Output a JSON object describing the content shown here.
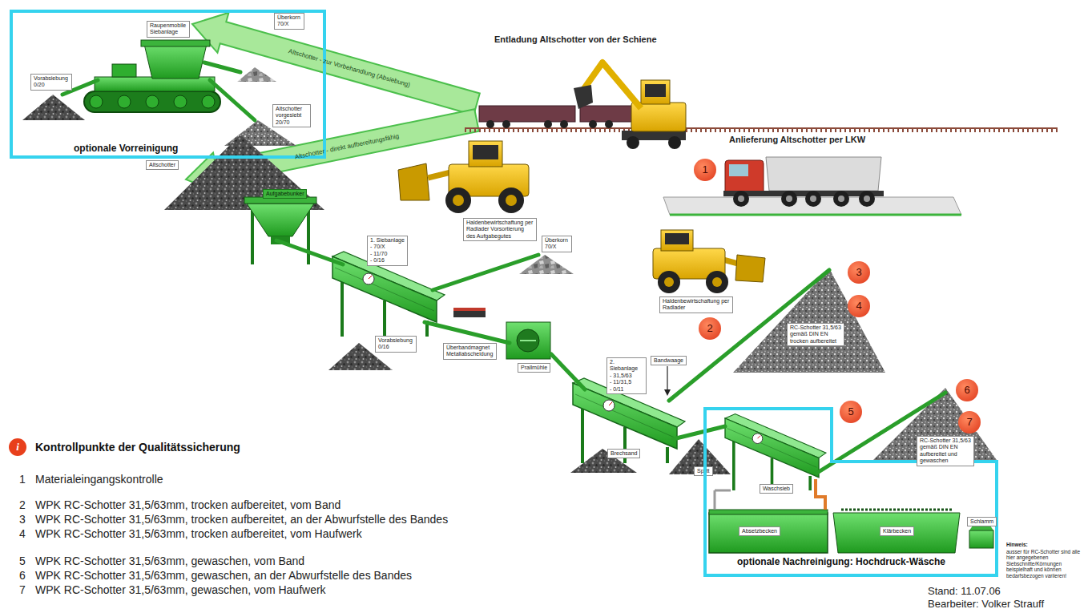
{
  "diagram": {
    "nodes": [
      {
        "text": [
          "optionale Vorreinigung"
        ]
      },
      {
        "text": [
          "Raupenmobile Siebanlage"
        ],
        "in": 0
      },
      {
        "text": [
          "Überkorn 70/X"
        ],
        "in": 0
      },
      {
        "text": [
          "Vorabsiebung 0/20"
        ],
        "in": 0
      },
      {
        "text": [
          "Altschotter vorgesiebt 20/70"
        ],
        "in": 0
      },
      {
        "text": [
          "Altschotter"
        ]
      },
      {
        "text": [
          "Aufgabebunker"
        ]
      },
      {
        "text": [
          "Haldenbewirtschaftung per Radlader Vorsortierung des Aufgabegutes"
        ]
      },
      {
        "text": [
          "1. Siebanlage",
          "- 70/X",
          "- 11/70",
          "- 0/16"
        ]
      },
      {
        "text": [
          "Überkorn 70/X"
        ]
      },
      {
        "text": [
          "Vorabsiebung 0/16"
        ]
      },
      {
        "text": [
          "Überbandmagnet Metallabscheidung"
        ]
      },
      {
        "text": [
          "Prallmühle"
        ]
      },
      {
        "text": [
          "Haldenbewirtschaftung per Radlader"
        ]
      },
      {
        "text": [
          "2. Siebanlage",
          "- 31,5/63",
          "- 11/31,5",
          "- 0/11"
        ]
      },
      {
        "text": [
          "Bandwaage"
        ]
      },
      {
        "text": [
          "RC-Schotter 31,5/63 gemäß DIN EN trocken aufbereitet"
        ]
      },
      {
        "text": [
          "Brechsand"
        ]
      },
      {
        "text": [
          "Splitt"
        ]
      },
      {
        "text": [
          "optionale Nachreinigung: Hochdruck-Wäsche"
        ]
      },
      {
        "text": [
          "Waschsieb"
        ],
        "in": 19
      },
      {
        "text": [
          "Absetzbecken"
        ],
        "in": 19
      },
      {
        "text": [
          "Klärbecken"
        ],
        "in": 19
      },
      {
        "text": [
          "Schlamm"
        ],
        "in": 19
      },
      {
        "text": [
          "RC-Schotter 31,5/63 gemäß DIN EN aufbereitet und gewaschen"
        ]
      }
    ],
    "labels": [
      "Entladung Altschotter von der Schiene",
      "Anlieferung Altschotter per LKW",
      "Altschotter - zur Vorbehandlung (Absiebung)",
      "Altschotter - direkt aufbereitungsfähig",
      "1",
      "2",
      "3",
      "4",
      "5",
      "6",
      "7",
      "i",
      "1",
      "Materialeingangskontrolle",
      "2",
      "WPK RC-Schotter 31,5/63mm, trocken aufbereitet, vom Band",
      "3",
      "WPK RC-Schotter 31,5/63mm, trocken aufbereitet, an der Abwurfstelle des Bandes",
      "4",
      "WPK RC-Schotter 31,5/63mm, trocken aufbereitet, vom Haufwerk",
      "5",
      "WPK RC-Schotter 31,5/63mm, gewaschen, vom Band",
      "6",
      "WPK RC-Schotter 31,5/63mm, gewaschen, an der Abwurfstelle des Bandes",
      "7",
      "WPK RC-Schotter 31,5/63mm, gewaschen, vom Haufwerk",
      "Hinweis:",
      "ausser für RC-Schotter sind alle hier angegebenen Siebschnitte/Körnungen beispielhaft und können bedarfsbezogen variieren!",
      "Stand: 11.07.06",
      "Bearbeiter: Volker Strauff"
    ],
    "legend": [
      {
        "text": "Kontrollpunkte der Qualitätssicherung",
        "color": "#e8401c"
      }
    ]
  }
}
